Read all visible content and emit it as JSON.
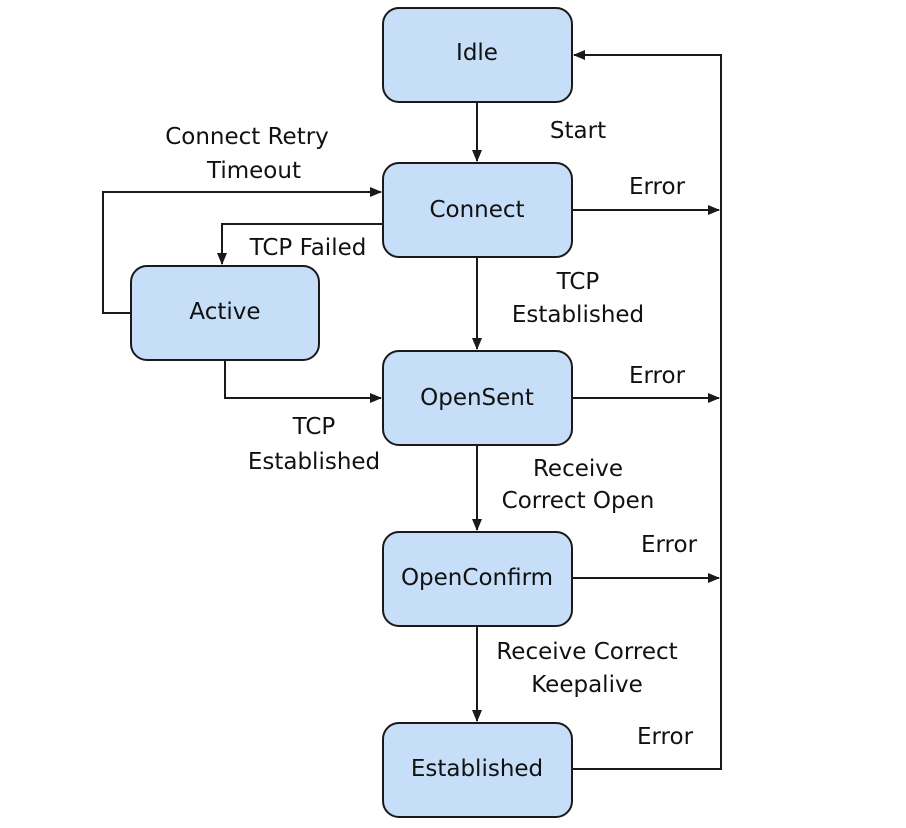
{
  "states": {
    "idle": "Idle",
    "connect": "Connect",
    "active": "Active",
    "opensent": "OpenSent",
    "openconfirm": "OpenConfirm",
    "established": "Established"
  },
  "transitions": {
    "start": "Start",
    "connect_retry_1": "Connect Retry",
    "connect_retry_2": "Timeout",
    "tcp_failed": "TCP Failed",
    "tcp_est_connect_1": "TCP",
    "tcp_est_connect_2": "Established",
    "tcp_est_active_1": "TCP",
    "tcp_est_active_2": "Established",
    "receive_open_1": "Receive",
    "receive_open_2": "Correct Open",
    "receive_keepalive_1": "Receive Correct",
    "receive_keepalive_2": "Keepalive",
    "error_connect": "Error",
    "error_opensent": "Error",
    "error_openconfirm": "Error",
    "error_established": "Error"
  },
  "colors": {
    "state_fill": "#c6def8",
    "stroke": "#1a1a1a",
    "text": "#111111"
  }
}
